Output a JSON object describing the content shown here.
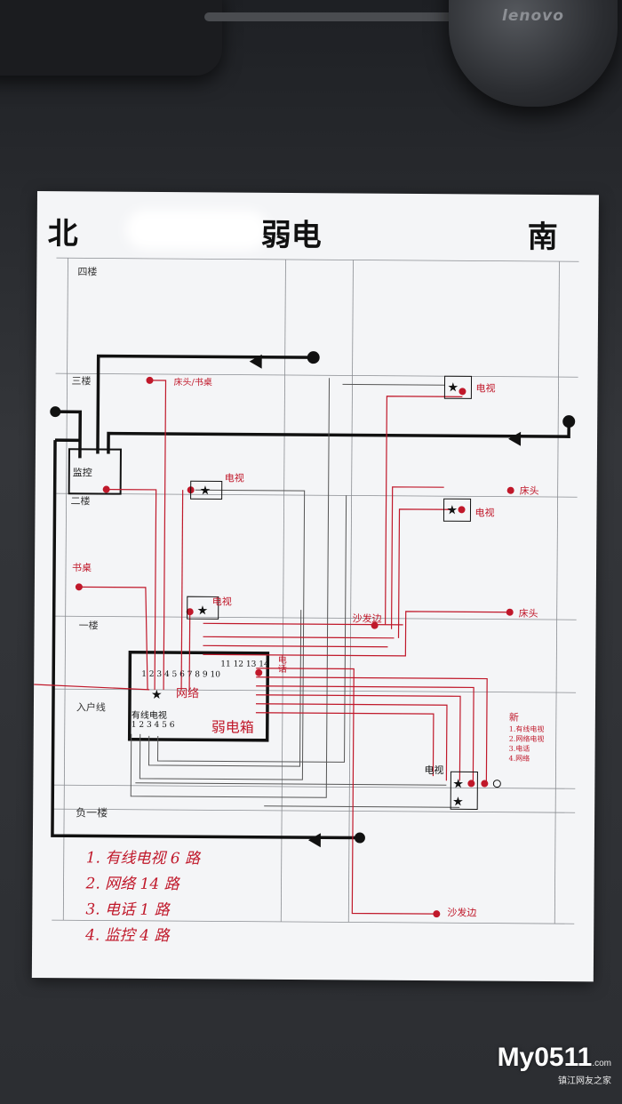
{
  "mouse": {
    "brand": "lenovo"
  },
  "paper": {
    "title_north": "北",
    "title_center": "弱电",
    "title_south": "南",
    "floors": [
      "四楼",
      "三楼",
      "二楼",
      "一楼",
      "入户线",
      "负一楼"
    ],
    "boxes": {
      "monitor_box": "监控",
      "main_box": "弱电箱",
      "network": "网络",
      "cable_tv": "有线电视",
      "phone": "电话"
    },
    "port_numbers": "1 2 3 4 5 6 7 8 9 10",
    "port_numbers_right": "11 12 13 14",
    "cable_ports": "1 2 3 4 5 6",
    "labels": {
      "desk_note": "床头/书桌",
      "tv_1": "电视",
      "tv_2": "电视",
      "tv_3": "电视",
      "tv_4": "电视",
      "tv_5": "电视",
      "bedside_1": "床头",
      "bedside_2": "床头",
      "desk": "书桌",
      "sofa_1": "沙发边",
      "sofa_2": "沙发边"
    },
    "notes": [
      "新",
      "1.有线电视",
      "2.网络电视",
      "3.电话",
      "4.网络"
    ],
    "legend": [
      "1. 有线电视 6 路",
      "2. 网络 14 路",
      "3. 电话 1 路",
      "4. 监控 4 路"
    ]
  },
  "watermark": {
    "main": "My0511",
    "domain": ".com",
    "sub": "镇江网友之家"
  },
  "colors": {
    "ink_black": "#111111",
    "ink_red": "#c0182a",
    "paper": "#f4f5f7",
    "desk": "#2a2c30"
  }
}
